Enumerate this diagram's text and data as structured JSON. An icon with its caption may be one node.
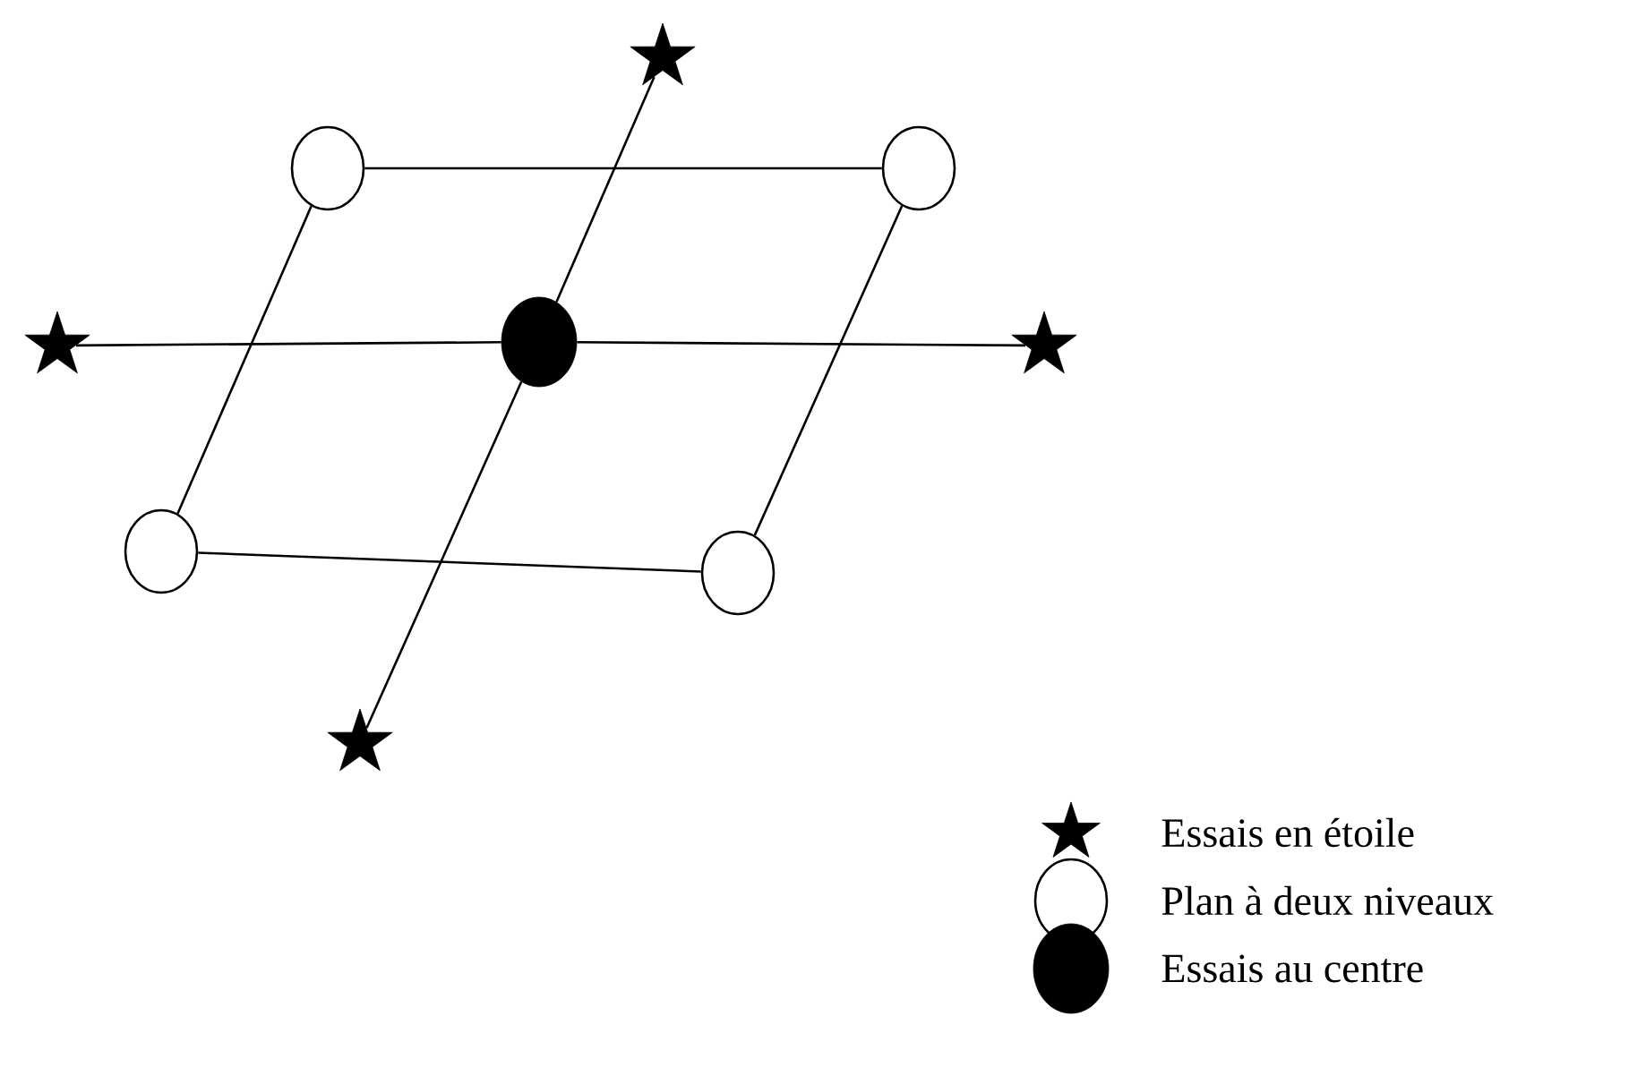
{
  "diagram": {
    "nodes": [
      {
        "text": [],
        "shape": "star"
      },
      {
        "text": [],
        "shape": "circle"
      },
      {
        "text": [],
        "shape": "circle"
      },
      {
        "text": [],
        "shape": "star"
      },
      {
        "text": [],
        "shape": "dot"
      },
      {
        "text": [],
        "shape": "star"
      },
      {
        "text": [],
        "shape": "circle"
      },
      {
        "text": [],
        "shape": "circle"
      },
      {
        "text": [],
        "shape": "star"
      }
    ],
    "edges": [
      {
        "from": 1,
        "to": 2,
        "arrow": "none"
      },
      {
        "from": 1,
        "to": 6,
        "arrow": "none"
      },
      {
        "from": 2,
        "to": 7,
        "arrow": "none"
      },
      {
        "from": 6,
        "to": 7,
        "arrow": "none"
      },
      {
        "from": 3,
        "to": 4,
        "arrow": "none"
      },
      {
        "from": 4,
        "to": 5,
        "arrow": "none"
      },
      {
        "from": 0,
        "to": 4,
        "arrow": "none"
      },
      {
        "from": 4,
        "to": 8,
        "arrow": "none"
      }
    ],
    "legend": [
      {
        "text": "Essais en étoile"
      },
      {
        "text": "Plan à deux niveaux"
      },
      {
        "text": "Essais au centre"
      }
    ]
  }
}
